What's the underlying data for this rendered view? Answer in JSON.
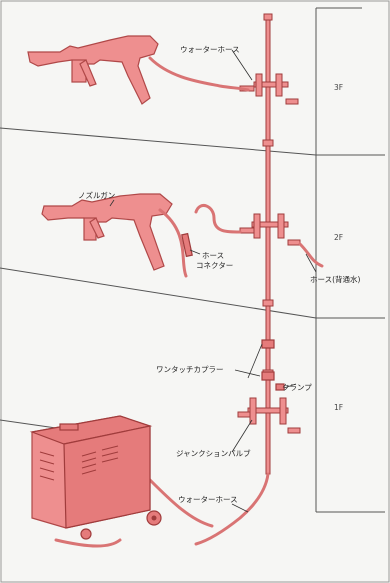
{
  "labels": {
    "water_hose_top": "ウォーターホース",
    "nozzle_gun": "ノズルガン",
    "hose_connector": "ホース\nコネクター",
    "hose_back": "ホース(背通水)",
    "one_touch_coupler": "ワンタッチカプラー",
    "clamp": "クランプ",
    "junction_valve": "ジャンクションバルブ",
    "water_hose_bottom": "ウォーターホース"
  },
  "floors": {
    "f3": "3F",
    "f2": "2F",
    "f1": "1F"
  }
}
